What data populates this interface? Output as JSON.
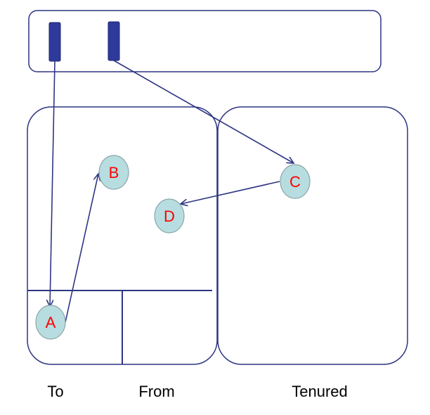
{
  "colors": {
    "outline": "#2e3582",
    "root_fill": "#2e3a9a",
    "node_fill": "#b7dde0",
    "node_stroke": "#8aa6a8",
    "node_text": "#ff0000",
    "label_text": "#000000"
  },
  "nodes": {
    "a": "A",
    "b": "B",
    "c": "C",
    "d": "D"
  },
  "labels": {
    "to": "To",
    "from": "From",
    "tenured": "Tenured"
  }
}
